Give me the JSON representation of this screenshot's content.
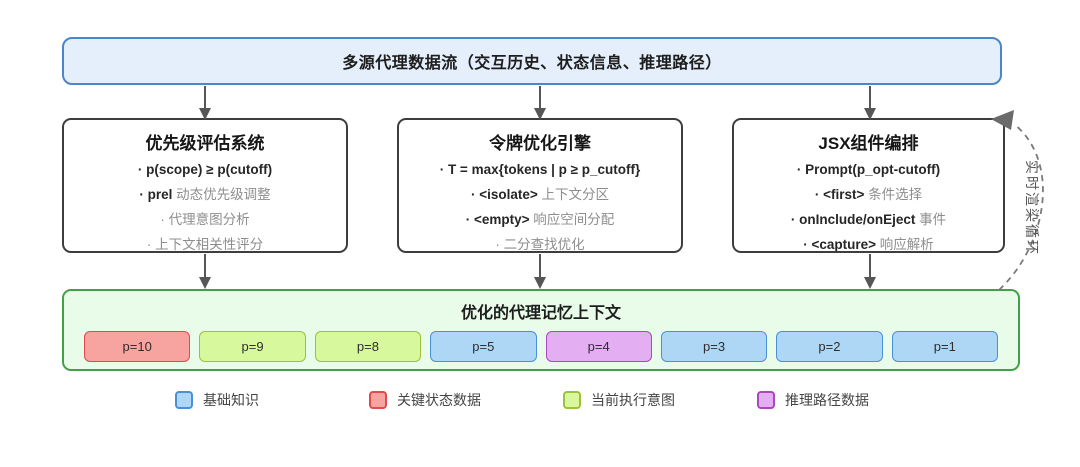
{
  "top_banner": {
    "label": "多源代理数据流（交互历史、状态信息、推理路径）"
  },
  "boxes": [
    {
      "title": "优先级评估系统",
      "bullets": [
        [
          {
            "text": "p(scope) ≥ p(cutoff)",
            "strong": true
          }
        ],
        [
          {
            "text": "prel ",
            "strong": true
          },
          {
            "text": "动态优先级调整",
            "strong": false
          }
        ],
        [
          {
            "text": "代理意图分析",
            "strong": false
          }
        ],
        [
          {
            "text": "上下文相关性评分",
            "strong": false
          }
        ]
      ]
    },
    {
      "title": "令牌优化引擎",
      "bullets": [
        [
          {
            "text": "T = max{tokens | p ≥ p_cutoff}",
            "strong": true
          }
        ],
        [
          {
            "text": "<isolate> ",
            "strong": true
          },
          {
            "text": "上下文分区",
            "strong": false
          }
        ],
        [
          {
            "text": "<empty> ",
            "strong": true
          },
          {
            "text": "响应空间分配",
            "strong": false
          }
        ],
        [
          {
            "text": "二分查找优化",
            "strong": false
          }
        ]
      ]
    },
    {
      "title": "JSX组件编排",
      "bullets": [
        [
          {
            "text": "Prompt(p_opt-cutoff)",
            "strong": true
          }
        ],
        [
          {
            "text": "<first> ",
            "strong": true
          },
          {
            "text": "条件选择",
            "strong": false
          }
        ],
        [
          {
            "text": "onInclude/onEject ",
            "strong": true
          },
          {
            "text": "事件",
            "strong": false
          }
        ],
        [
          {
            "text": "<capture> ",
            "strong": true
          },
          {
            "text": "响应解析",
            "strong": false
          }
        ]
      ]
    }
  ],
  "memory_box": {
    "title": "优化的代理记忆上下文",
    "chips": [
      {
        "label": "p=10",
        "type": "critical"
      },
      {
        "label": "p=9",
        "type": "intent"
      },
      {
        "label": "p=8",
        "type": "intent"
      },
      {
        "label": "p=5",
        "type": "base"
      },
      {
        "label": "p=4",
        "type": "reasoning"
      },
      {
        "label": "p=3",
        "type": "base"
      },
      {
        "label": "p=2",
        "type": "base"
      },
      {
        "label": "p=1",
        "type": "base"
      }
    ]
  },
  "legend": [
    {
      "label": "基础知识",
      "type": "base"
    },
    {
      "label": "关键状态数据",
      "type": "critical"
    },
    {
      "label": "当前执行意图",
      "type": "intent"
    },
    {
      "label": "推理路径数据",
      "type": "reasoning"
    }
  ],
  "loop_label": "实时渲染循环",
  "colors": {
    "top_fill": "#e4effb",
    "top_border": "#4a86c8",
    "green_fill": "#e9fbe9",
    "green_border": "#43a047",
    "arrow": "#565656",
    "dashed": "#7a7a7a",
    "base_fill": "#aed7f5",
    "base_border": "#4a90d9",
    "critical_fill": "#f7a3a0",
    "critical_border": "#e14b4b",
    "intent_fill": "#d8f89e",
    "intent_border": "#9cc23a",
    "reasoning_fill": "#e3aff2",
    "reasoning_border": "#ab47bc"
  }
}
